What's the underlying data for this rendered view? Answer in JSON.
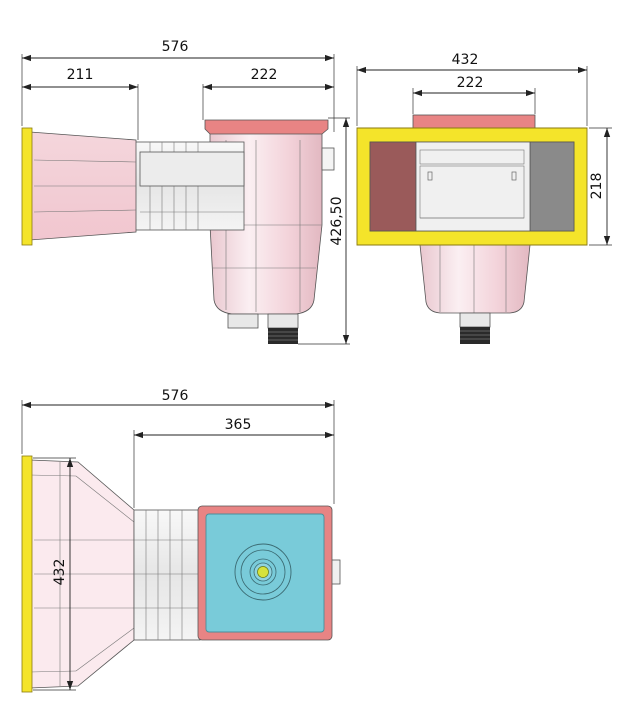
{
  "colors": {
    "flange_yellow": "#f4e42a",
    "flange_outline": "#8a7a10",
    "lid_pink": "#e88484",
    "body_pink": "#f7dfe4",
    "body_light": "#fbeff2",
    "window_maroon": "#9a5a5a",
    "window_grey": "#8a8a8a",
    "basket_cyan": "#79cbd9",
    "drain_yellow": "#d6e23b",
    "thread_dark": "#2a2a2a",
    "dimension_line": "#222222"
  },
  "dimensions": {
    "side_total": "576",
    "side_throat": "211",
    "side_body": "222",
    "side_height": "426,50",
    "front_total": "432",
    "front_lid": "222",
    "front_mouth_height": "218",
    "top_total": "576",
    "top_body": "365",
    "top_flange_width": "432"
  }
}
